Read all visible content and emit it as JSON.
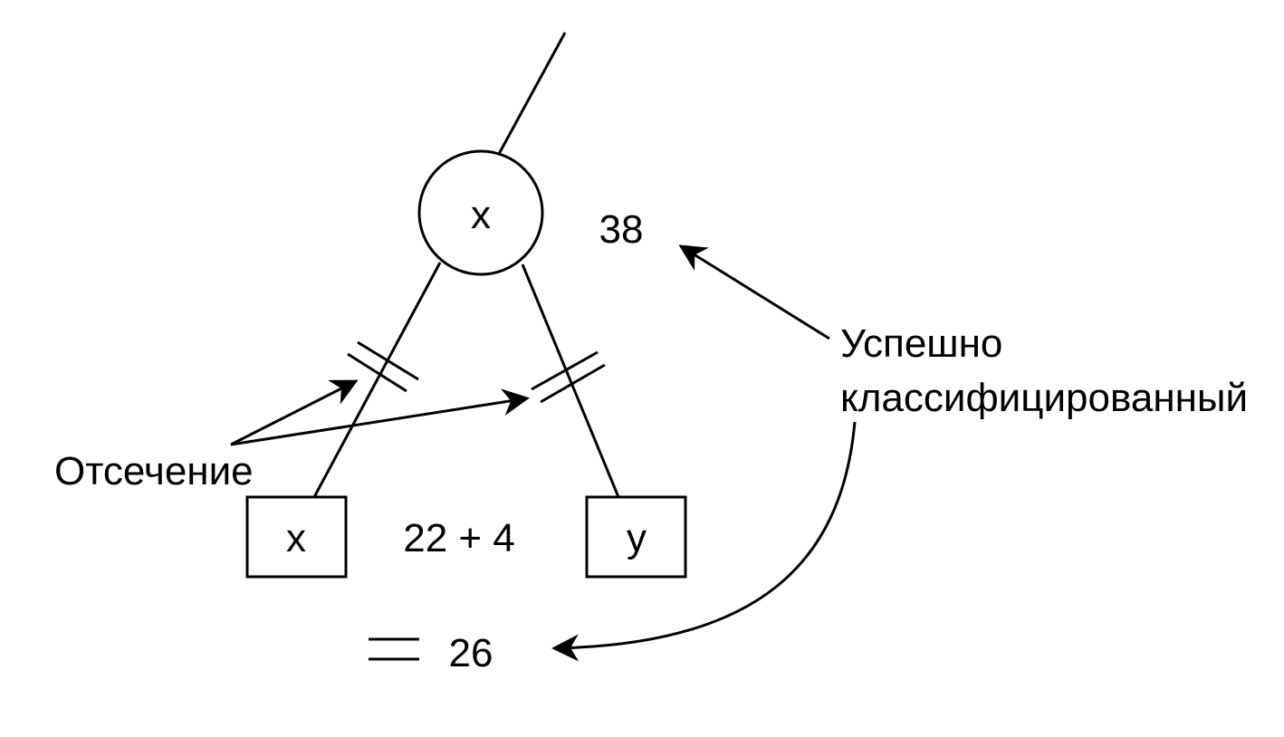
{
  "tree": {
    "root_label": "x",
    "root_count": "38",
    "left_leaf_label": "x",
    "right_leaf_label": "y",
    "leaf_sum": "22 + 4",
    "total": "26"
  },
  "annotations": {
    "pruning": "Отсечение",
    "classified_line1": "Успешно",
    "classified_line2": "классифицированный"
  },
  "colors": {
    "ink": "#000000",
    "background": "#ffffff"
  }
}
